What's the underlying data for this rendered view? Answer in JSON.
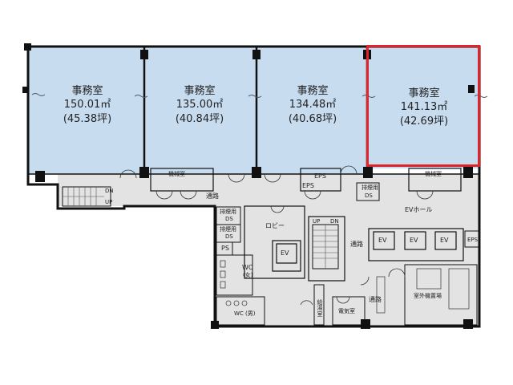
{
  "colors": {
    "office_fill": "#c7dcef",
    "wall": "#111111",
    "highlight": "#e0242c"
  },
  "offices": [
    {
      "name": "事務室",
      "area_m2": "150.01㎡",
      "area_tsubo": "(45.38坪)"
    },
    {
      "name": "事務室",
      "area_m2": "135.00㎡",
      "area_tsubo": "(40.84坪)"
    },
    {
      "name": "事務室",
      "area_m2": "134.48㎡",
      "area_tsubo": "(40.68坪)"
    },
    {
      "name": "事務室",
      "area_m2": "141.13㎡",
      "area_tsubo": "(42.69坪)"
    }
  ],
  "rooms": {
    "machine_room_1": "機械室",
    "machine_room_2": "機械室",
    "eps_1": "EPS",
    "eps_2": "EPS",
    "eps_3": "EPS",
    "ps": "PS",
    "ds_a1": "排煙用",
    "ds_a2": "DS",
    "ds_b1": "排煙用",
    "ds_b2": "DS",
    "ds_c1": "排煙用",
    "ds_c2": "DS",
    "passage_1": "通路",
    "passage_2": "通路",
    "passage_3": "通路",
    "lobby": "ロビー",
    "ev_hall": "EVホール",
    "ev": "EV",
    "wc_f1": "WC",
    "wc_f2": "(女)",
    "wc_m": "WC (男)",
    "janitor": "給湯室",
    "electrical": "電気室",
    "outdoor_unit": "室外機置場",
    "stair_dn": "DN",
    "stair_up": "UP",
    "stair2_up": "UP",
    "stair2_dn": "DN"
  }
}
